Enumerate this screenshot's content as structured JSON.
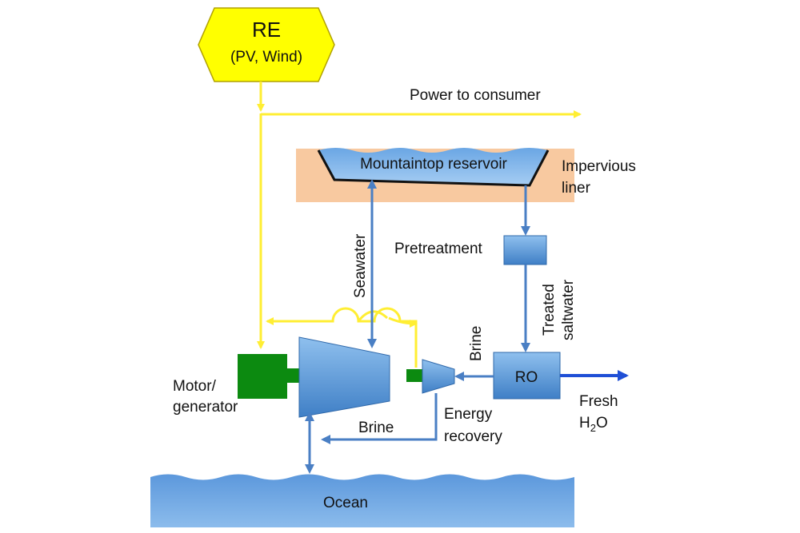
{
  "nodes": {
    "re": {
      "title": "RE",
      "subtitle": "(PV, Wind)"
    },
    "reservoir": {
      "label": "Mountaintop reservoir"
    },
    "liner": {
      "line1": "Impervious",
      "line2": "liner"
    },
    "pretreatment": {
      "label": "Pretreatment"
    },
    "ro": {
      "label": "RO"
    },
    "motor_generator": {
      "line1": "Motor/",
      "line2": "generator"
    },
    "energy_recovery": {
      "line1": "Energy",
      "line2": "recovery"
    },
    "ocean": {
      "label": "Ocean"
    }
  },
  "flows": {
    "power_to_consumer": "Power to consumer",
    "seawater": "Seawater",
    "treated_saltwater_1": "Treated",
    "treated_saltwater_2": "saltwater",
    "brine_vertical": "Brine",
    "brine_bottom": "Brine",
    "fresh_line1": "Fresh",
    "fresh_h": "H",
    "fresh_sub": "2",
    "fresh_o": "O"
  },
  "colors": {
    "power": "#ffee33",
    "water": "#4a7fc4",
    "fresh": "#1f4fd6",
    "re_fill": "#ffff00",
    "reservoir_ground": "#f8c9a0",
    "blue_box": "#5b9bd5",
    "motor": "#0c8a10",
    "ocean": "#6aa3e0"
  }
}
